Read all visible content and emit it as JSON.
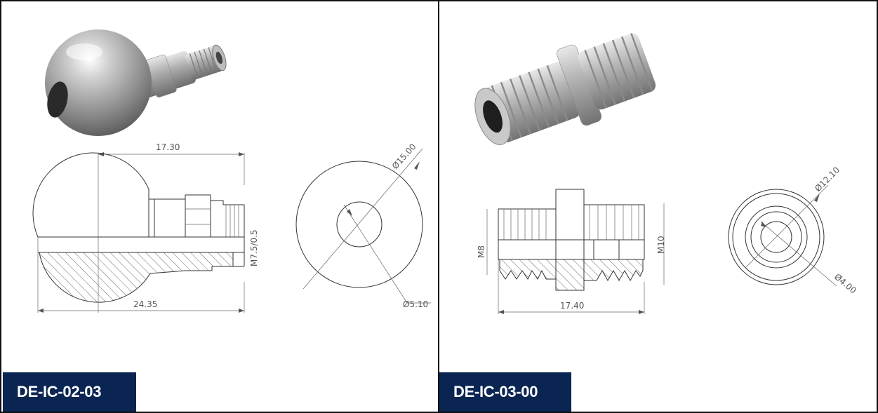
{
  "parts": [
    {
      "code": "DE-IC-02-03",
      "dimensions": {
        "length_top": "17.30",
        "length_total": "24.35",
        "thread": "M7.5/0.5",
        "outer_diameter": "Ø15.00",
        "inner_diameter": "Ø5.10"
      }
    },
    {
      "code": "DE-IC-03-00",
      "dimensions": {
        "length_total": "17.40",
        "thread_left": "M8",
        "thread_right": "M10",
        "outer_diameter": "Ø12.10",
        "inner_diameter": "Ø4.00"
      }
    }
  ],
  "colors": {
    "tag_bg": "#0b2552",
    "tag_text": "#ffffff",
    "border": "#111111"
  }
}
